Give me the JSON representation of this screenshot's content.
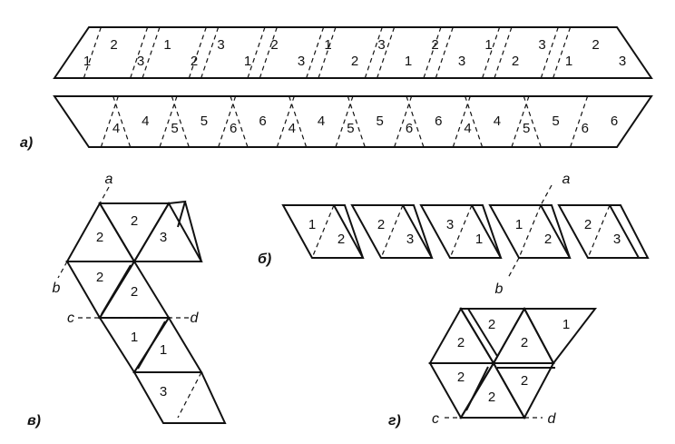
{
  "captions": {
    "a": "а)",
    "b": "б)",
    "v": "в)",
    "g": "г)"
  },
  "strip_top_numbers": [
    "1",
    "2",
    "3",
    "1",
    "2",
    "3",
    "1",
    "2",
    "3",
    "1",
    "2",
    "3",
    "1",
    "2",
    "3",
    "1",
    "2",
    "3",
    "1",
    "2",
    "3"
  ],
  "strip_bottom_numbers": [
    "4",
    "4",
    "5",
    "5",
    "6",
    "6",
    "4",
    "4",
    "5",
    "5",
    "6",
    "6",
    "4",
    "4",
    "5",
    "5",
    "6",
    "6"
  ],
  "band_b_numbers": [
    "1",
    "2",
    "2",
    "3",
    "3",
    "1",
    "1",
    "2",
    "2",
    "3"
  ],
  "band_b_points": {
    "a": "a",
    "b": "b"
  },
  "fig_v_numbers": {
    "t1": "2",
    "t2": "2",
    "t3": "3",
    "t4": "2",
    "t5": "2",
    "t6": "1",
    "t7": "1",
    "t8": "3"
  },
  "fig_v_points": {
    "a": "a",
    "b": "b",
    "c": "c",
    "d": "d"
  },
  "fig_g_numbers": {
    "t1": "2",
    "t2": "2",
    "t3": "2",
    "t4": "1",
    "t5": "2",
    "t6": "2",
    "t7": "2"
  },
  "fig_g_points": {
    "c": "c",
    "d": "d"
  }
}
